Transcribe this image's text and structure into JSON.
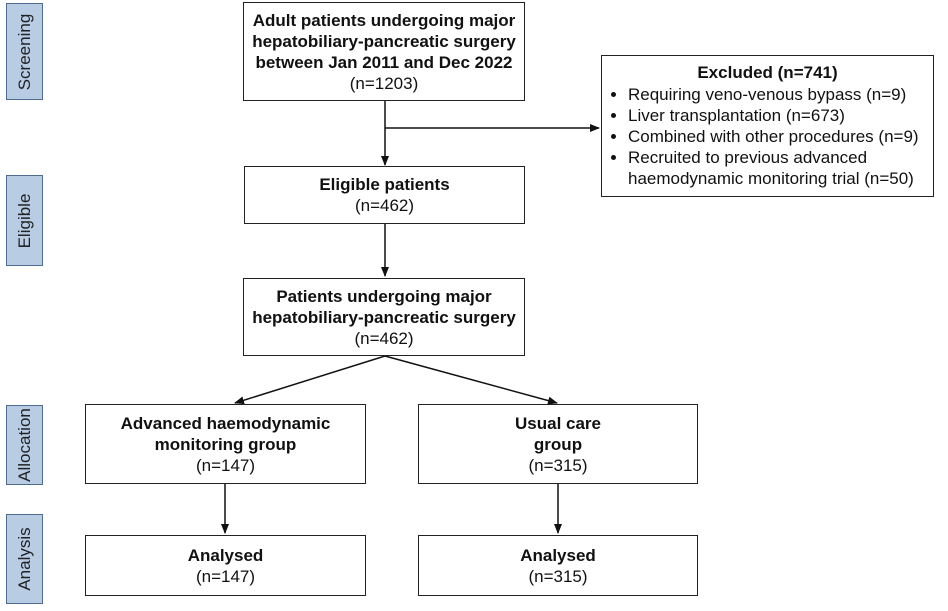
{
  "side_labels": {
    "screening": "Screening",
    "eligible": "Eligible",
    "allocation": "Allocation",
    "analysis": "Analysis"
  },
  "screening_box": {
    "line1": "Adult patients undergoing major",
    "line2": "hepatobiliary-pancreatic surgery",
    "line3": "between Jan 2011 and Dec 2022",
    "count": "(n=1203)"
  },
  "excluded_box": {
    "title": "Excluded (n=741)",
    "items": [
      "Requiring veno-venous bypass (n=9)",
      "Liver transplantation (n=673)",
      "Combined with other procedures (n=9)",
      "Recruited to previous advanced haemodynamic monitoring trial (n=50)"
    ]
  },
  "eligible_box": {
    "title": "Eligible patients",
    "count": "(n=462)"
  },
  "surgery_box": {
    "line1": "Patients undergoing major",
    "line2": "hepatobiliary-pancreatic surgery",
    "count": "(n=462)"
  },
  "advanced_box": {
    "line1": "Advanced haemodynamic",
    "line2": "monitoring group",
    "count": "(n=147)"
  },
  "usual_box": {
    "line1": "Usual care",
    "line2": "group",
    "count": "(n=315)"
  },
  "analysed_left": {
    "title": "Analysed",
    "count": "(n=147)"
  },
  "analysed_right": {
    "title": "Analysed",
    "count": "(n=315)"
  }
}
